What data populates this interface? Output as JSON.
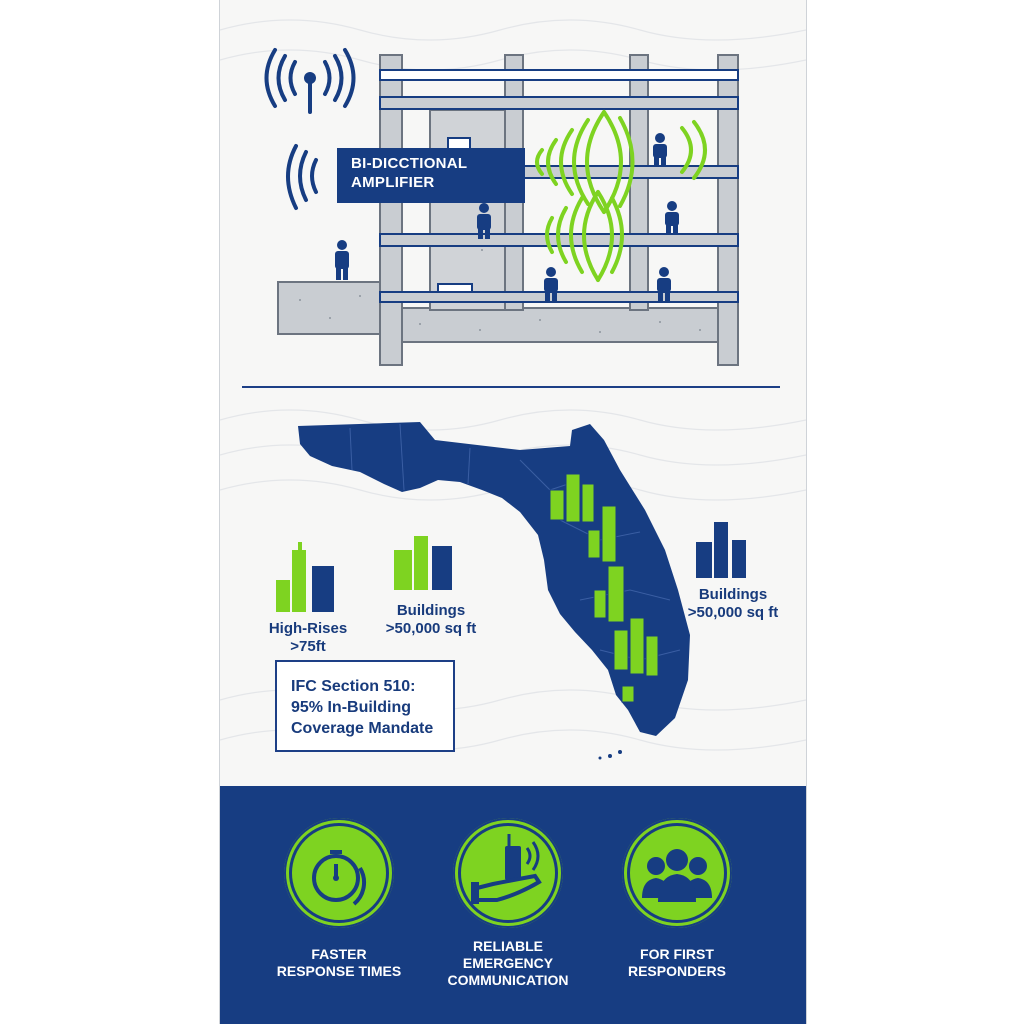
{
  "amplifier": {
    "line1": "BI-DICCTIONAL",
    "line2": "AMPLIFIER"
  },
  "map_labels": {
    "left": {
      "line1": "High-Rises",
      "line2": ">75ft"
    },
    "middle": {
      "line1": "Buildings",
      "line2": ">50,000 sq ft"
    },
    "right": {
      "line1": "Buildings",
      "line2": ">50,000 sq ft"
    }
  },
  "ifc": {
    "line1": "IFC Section 510:",
    "line2": "95% In-Building",
    "line3": "Coverage Mandate"
  },
  "benefits": [
    {
      "icon": "stopwatch-icon",
      "line1": "FASTER",
      "line2": "RESPONSE TIMES"
    },
    {
      "icon": "radio-hand-icon",
      "line1": "RELIABLE",
      "line2": "EMERGENCY",
      "line3": "COMMUNICATION"
    },
    {
      "icon": "first-responders-icon",
      "line1": "FOR FIRST",
      "line2": "RESPONDERS"
    }
  ],
  "colors": {
    "navy": "#173d82",
    "green": "#7ed321",
    "concrete": "#c9cdd2",
    "background": "#f7f7f6"
  }
}
